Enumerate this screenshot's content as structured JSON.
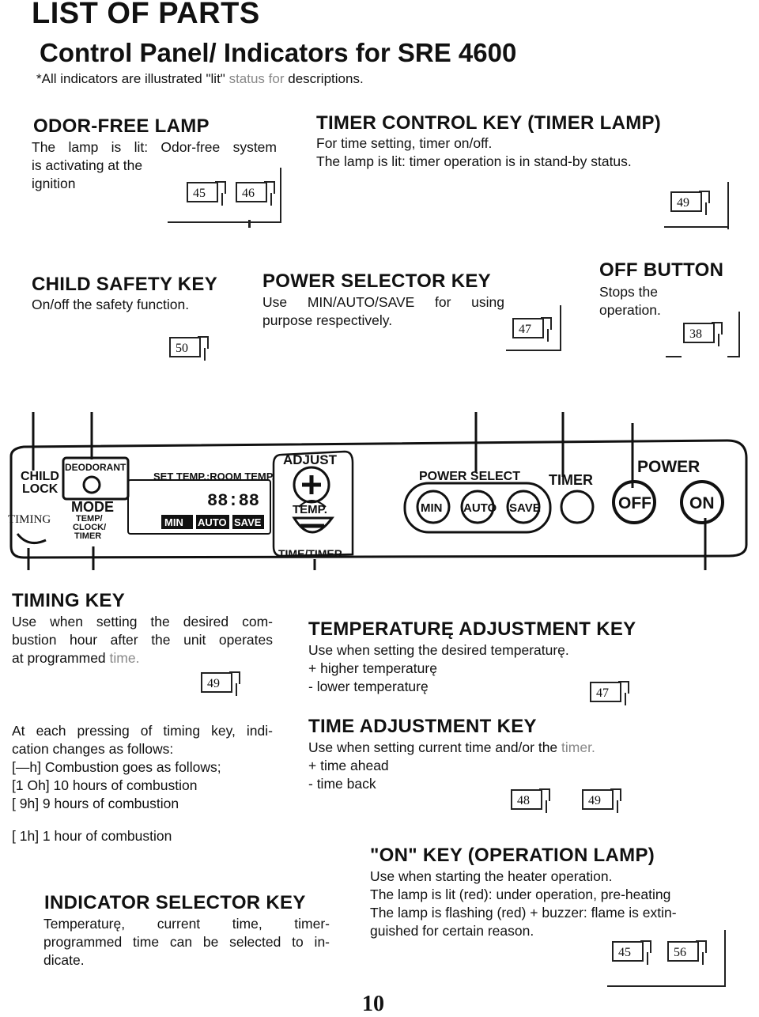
{
  "header": {
    "title": "LIST OF PARTS",
    "subtitle": "Control Panel/ Indicators for SRE 4600",
    "note_prefix": "*All indicators are illustrated \"lit\"",
    "note_status": "status for",
    "note_suffix": "descriptions."
  },
  "sections": {
    "odor": {
      "title": "ODOR-FREE LAMP",
      "line1": "The lamp is lit: Odor-free system",
      "line2": "is activating at the",
      "line3": "ignition",
      "refs": [
        "45",
        "46"
      ]
    },
    "timer_control": {
      "title": "TIMER CONTROL KEY (TIMER LAMP)",
      "line1": "For time setting, timer on/off.",
      "line2": "The lamp is lit: timer operation is in stand-by status.",
      "ref": "49"
    },
    "child": {
      "title": "CHILD SAFETY KEY",
      "line1": "On/off the safety function.",
      "ref": "50"
    },
    "power_sel": {
      "title": "POWER SELECTOR KEY",
      "line1": "Use MIN/AUTO/SAVE for using",
      "line2": "purpose respectively.",
      "ref": "47"
    },
    "off": {
      "title": "OFF BUTTON",
      "line1": "Stops the",
      "line2": "operation.",
      "ref": "38"
    },
    "timing": {
      "title": "TIMING KEY",
      "line1": "Use when setting the desired com-",
      "line2": "bustion hour after the unit operates",
      "line3a": "at programmed",
      "line3b": "time.",
      "ref": "49"
    },
    "timing_changes": {
      "line1": "At each pressing of timing key, indi-",
      "line2": "cation changes as follows:",
      "line3": "[—h]  Combustion goes as  follows;",
      "line4": "[1 Oh] 10 hours of combustion",
      "line5": "[  9h]   9 hours of combustion",
      "line6": "[  1h]   1 hour of combustion"
    },
    "temp_adj": {
      "title": "TEMPERATURĘ ADJUSTMENT KEY",
      "line1": "Use when setting the desired temperaturę.",
      "line2": "+   higher temperaturę",
      "line3": "-   lower temperaturę",
      "ref": "47"
    },
    "time_adj": {
      "title": "TIME ADJUSTMENT KEY",
      "line1a": "Use when setting current time and/or the",
      "line1b": "timer.",
      "line2": "+  time ahead",
      "line3": "-  time back",
      "refs": [
        "48",
        "49"
      ]
    },
    "indicator": {
      "title": "INDICATOR SELECTOR KEY",
      "line1": "Temperaturę,     current     time,     timer-",
      "line2": "programmed time can be selected to in-",
      "line3": "dicate."
    },
    "on_key": {
      "title": "\"ON\" KEY (OPERATION LAMP)",
      "line1": "Use when starting the heater operation.",
      "line2": "The lamp is lit (red): under operation, pre-heating",
      "line3": "The lamp is flashing (red) + buzzer: flame is extin-",
      "line4": "guished for certain reason.",
      "refs": [
        "45",
        "56"
      ]
    }
  },
  "panel": {
    "child": "CHILD",
    "lock": "LOCK",
    "timing": "TIMING",
    "deodorant": "DEODORANT",
    "mode": "MODE",
    "temp_clock": "TEMP/",
    "clock": "CLOCK/",
    "timer_small": "TIMER",
    "set_temp": "SET TEMP.:ROOM TEMP.",
    "digits": "88:88",
    "min": "MIN",
    "auto": "AUTO",
    "save": "SAVE",
    "adjust": "ADJUST",
    "temp": "TEMP.",
    "time_timer": "TIME/TIMER",
    "power_select": "POWER SELECT",
    "timer": "TIMER",
    "power": "POWER",
    "off": "OFF",
    "on": "ON"
  },
  "page_number": "10"
}
